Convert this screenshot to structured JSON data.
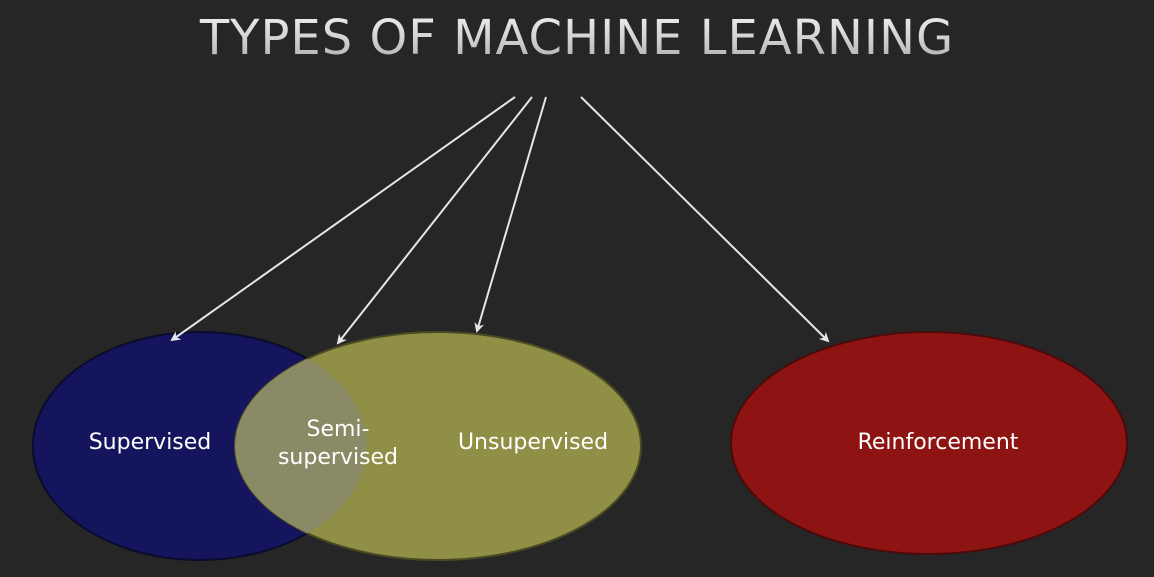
{
  "title": "TYPES OF MACHINE LEARNING",
  "categories": {
    "supervised": "Supervised",
    "semi_supervised": "Semi-\nsupervised",
    "unsupervised": "Unsupervised",
    "reinforcement": "Reinforcement"
  },
  "colors": {
    "background": "#262626",
    "supervised": "#15155e",
    "unsupervised": "#8f8f45",
    "semi_supervised": "#8a8a66",
    "reinforcement": "#8e1414",
    "arrows": "#e6e6e6"
  }
}
